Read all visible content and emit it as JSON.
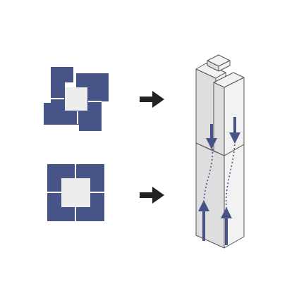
{
  "colors": {
    "accent_blue": "#465487",
    "inner_square": "#ededed",
    "arrow_dark": "#222222",
    "column_face_light": "#f2f2f2",
    "column_face_mid": "#dedede",
    "column_face_dark": "#c8c8c8",
    "outline": "#555555"
  },
  "figures": [
    {
      "id": "top-plan",
      "icon": "pinwheel-section-icon",
      "kind": "offset interlocking section"
    },
    {
      "id": "bottom-plan",
      "icon": "square-section-icon",
      "kind": "aligned square section"
    }
  ],
  "arrows": [
    "right-arrow-icon",
    "right-arrow-icon"
  ],
  "column": {
    "icon": "isometric-column-icon",
    "flow_arrows_down": 2,
    "flow_arrows_up": 2
  }
}
